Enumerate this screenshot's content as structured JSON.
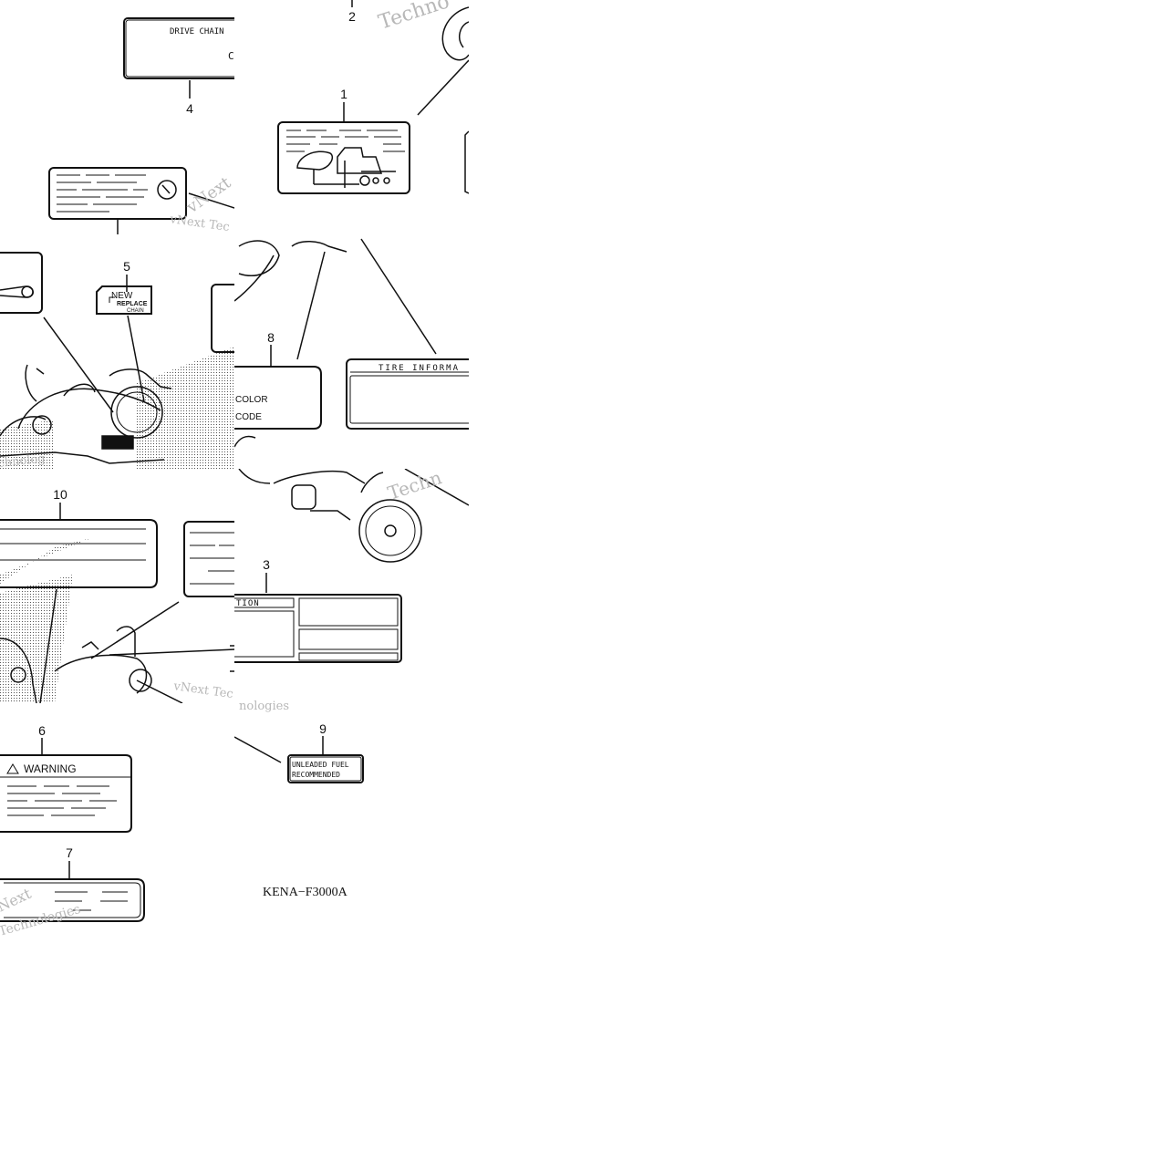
{
  "diagram": {
    "callouts": [
      "1",
      "2",
      "3",
      "4",
      "5",
      "6",
      "7",
      "8",
      "9",
      "10"
    ],
    "labels": {
      "drive_chain": "DRIVE CHAIN",
      "drive_chain_tail": "C",
      "new": "NEW",
      "replace": "REPLACE",
      "chain": "CHAIN",
      "color": "COLOR",
      "code": "CODE",
      "tire_information": "TIRE INFORMA",
      "tion_fragment": "TION",
      "warning": "WARNING",
      "unleaded_fuel": "UNLEADED FUEL",
      "recommended": "RECOMMENDED"
    },
    "part_code": "KENA−F3000A",
    "watermarks": [
      "Techno",
      "vNext Tec",
      "vNext",
      "Techn",
      "chnolog",
      "vNext Tec",
      "nologies",
      "Technologies",
      "Next"
    ]
  }
}
